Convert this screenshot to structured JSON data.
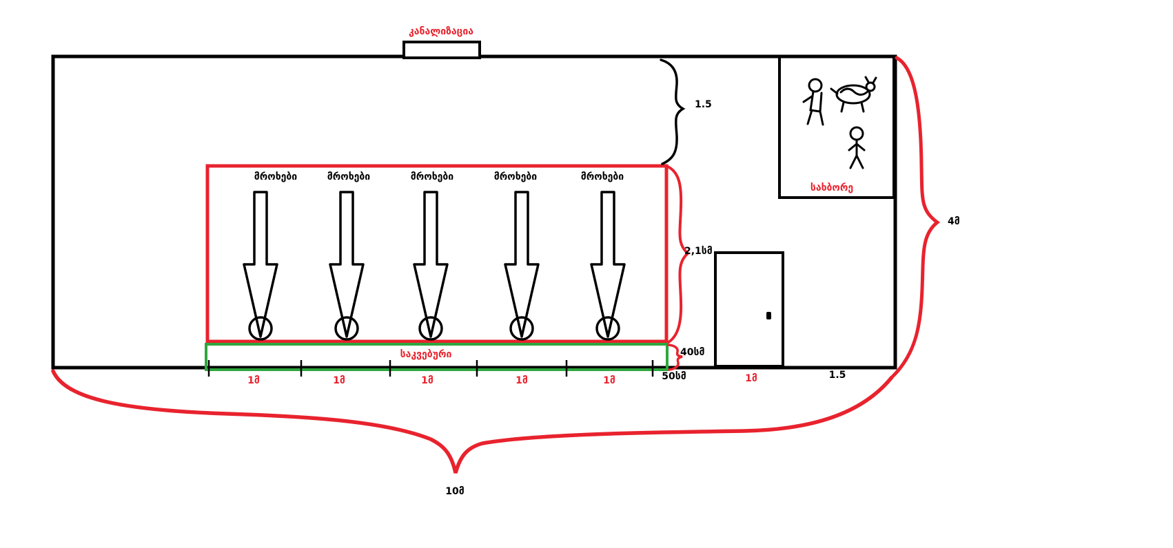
{
  "diagram": {
    "labels": {
      "sewer": "კანალიზაცია",
      "feeder": "საკვებური",
      "calf_pen": "სახბორე",
      "cows": [
        "მროხები",
        "მროხები",
        "მროხები",
        "მროხები",
        "მროხები"
      ]
    },
    "dimensions": {
      "inner_right_height": "1.5",
      "stall_length": "2,1სმ",
      "feeder_width": "40სმ",
      "stall_segments": [
        "1მ",
        "1მ",
        "1მ",
        "1მ",
        "1მ"
      ],
      "gap_width": "50სმ",
      "door_width": "1მ",
      "right_margin": "1.5",
      "total_height": "4მ",
      "total_width": "10მ"
    },
    "colors": {
      "red": "#e8232e",
      "green": "#2fa63f",
      "black": "#000000"
    }
  }
}
